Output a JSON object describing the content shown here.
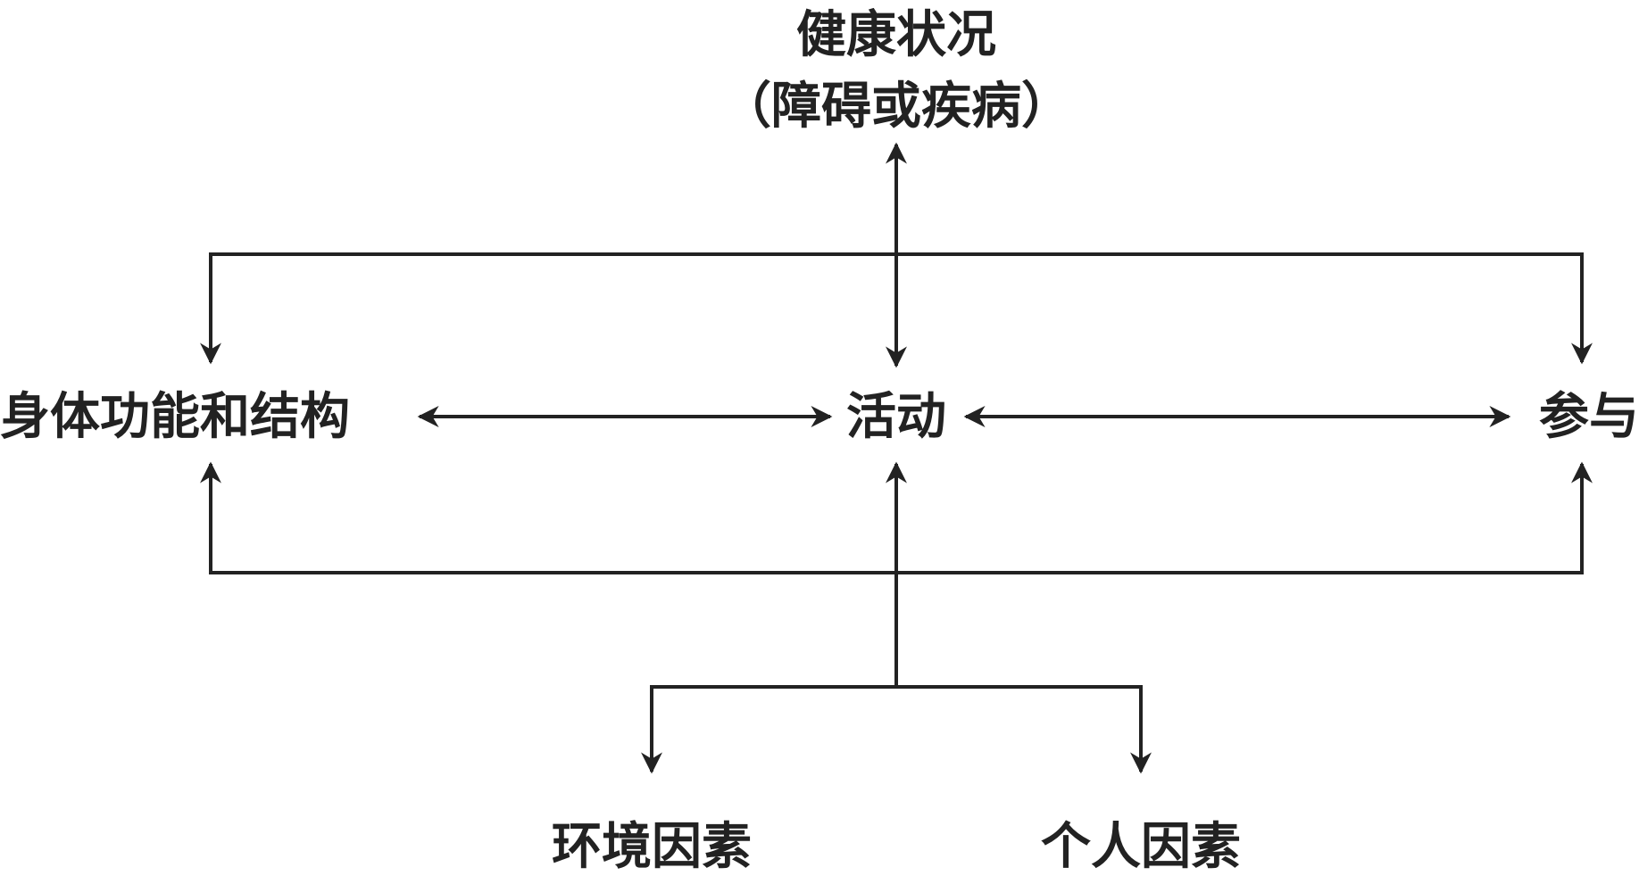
{
  "nodes": {
    "health_condition": {
      "line1": "健康状况",
      "line2": "（障碍或疾病）"
    },
    "body_function": "身体功能和结构",
    "activity": "活动",
    "participation": "参与",
    "environmental": "环境因素",
    "personal": "个人因素"
  },
  "colors": {
    "line": "#222222",
    "text": "#222222",
    "background": "#ffffff"
  }
}
